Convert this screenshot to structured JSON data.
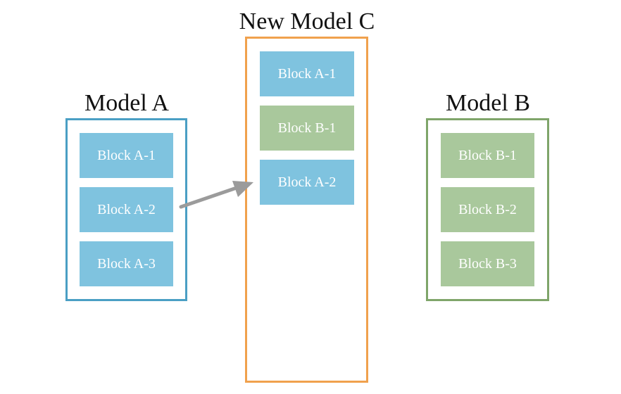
{
  "colors": {
    "model_a_border": "#4a9fc4",
    "model_b_border": "#7fa56a",
    "model_c_border": "#f0a14d",
    "block_a_fill": "#7fc3df",
    "block_b_fill": "#a9c89c",
    "arrow": "#9b9b9b"
  },
  "model_a": {
    "title": "Model A",
    "blocks": [
      "Block A-1",
      "Block A-2",
      "Block A-3"
    ]
  },
  "model_c": {
    "title": "New Model C",
    "blocks": [
      "Block A-1",
      "Block B-1",
      "Block A-2"
    ]
  },
  "model_b": {
    "title": "Model B",
    "blocks": [
      "Block B-1",
      "Block B-2",
      "Block B-3"
    ]
  }
}
